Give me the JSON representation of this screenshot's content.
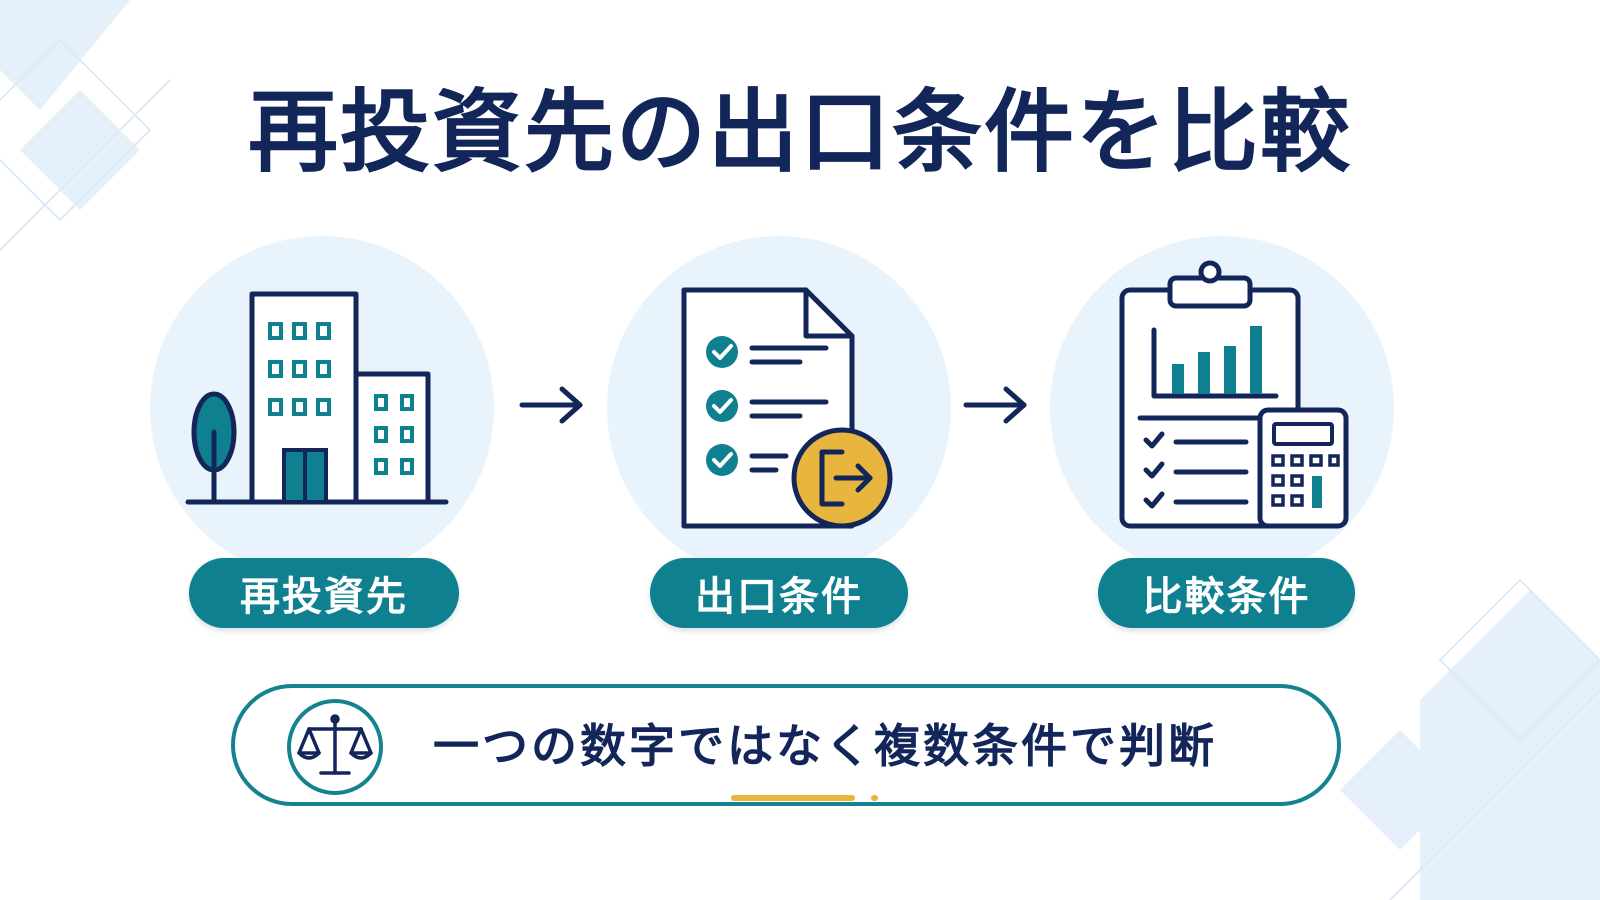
{
  "title": "再投資先の出口条件を比較",
  "steps": [
    {
      "label": "再投資先",
      "icon": "office-building-icon"
    },
    {
      "label": "出口条件",
      "icon": "checklist-document-exit-icon"
    },
    {
      "label": "比較条件",
      "icon": "clipboard-chart-calculator-icon"
    }
  ],
  "banner": {
    "text": "一つの数字ではなく複数条件で判断",
    "icon": "balance-scale-icon"
  },
  "colors": {
    "navy": "#13265a",
    "teal": "#0f8090",
    "gold": "#e8b53f",
    "circle_bg": "#e9f3fb"
  }
}
